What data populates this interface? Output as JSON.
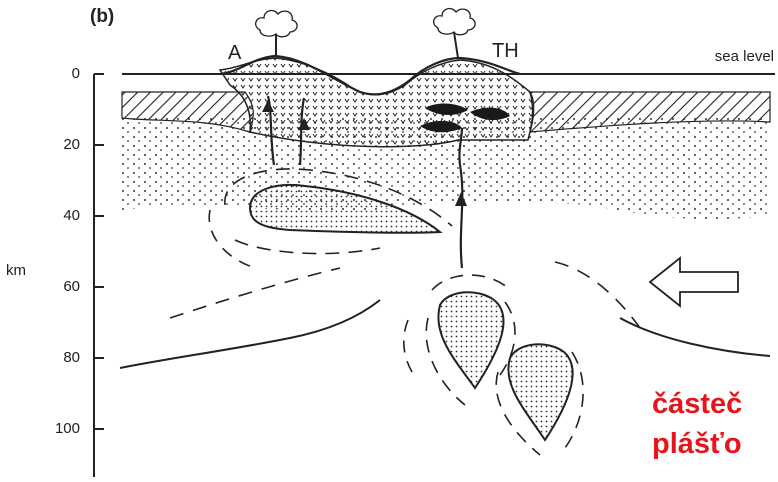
{
  "panel_label": "(b)",
  "volcanoes": [
    {
      "label": "A"
    },
    {
      "label": "TH"
    }
  ],
  "sea_level_label": "sea level",
  "axis": {
    "unit": "km",
    "ticks": [
      "0",
      "20",
      "40",
      "60",
      "80",
      "100"
    ]
  },
  "caption_lines": [
    "částeč",
    "plášťo"
  ],
  "colors": {
    "line": "#222222",
    "caption": "#e8141b",
    "background": "#ffffff"
  }
}
